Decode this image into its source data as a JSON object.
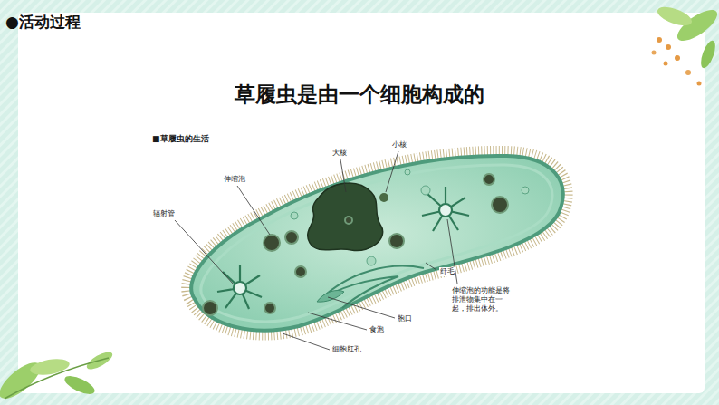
{
  "diagram": {
    "title": "草履虫是由一个细胞构成的",
    "labels": [
      "●活动过程",
      "■草履虫的生活",
      "大核",
      "小核",
      "伸缩泡",
      "辐射管",
      "伸缩泡的功能是将排泄物集中在一起，排出体外。",
      "纤毛",
      "胞口",
      "食泡",
      "细胞肛孔"
    ]
  }
}
